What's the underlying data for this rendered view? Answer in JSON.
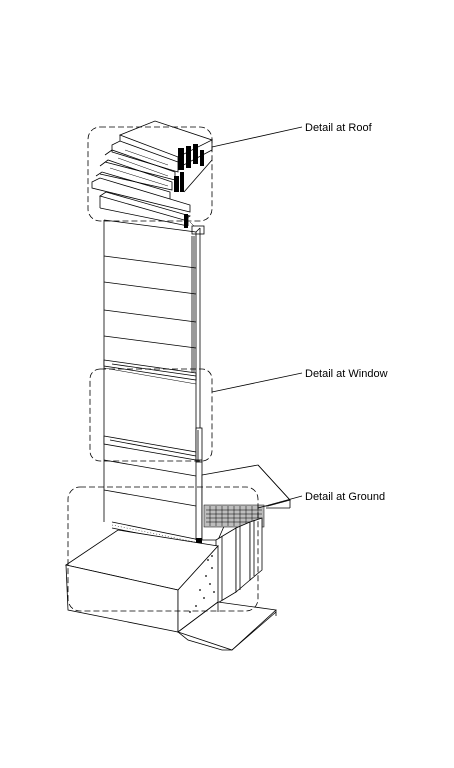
{
  "callouts": {
    "roof": "Detail at Roof",
    "window": "Detail at Window",
    "ground": "Detail at Ground"
  }
}
